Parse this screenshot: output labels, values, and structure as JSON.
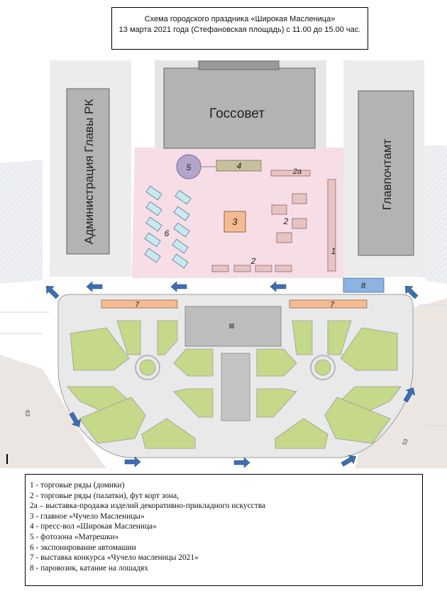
{
  "title": {
    "line1": "Схема городского праздника «Широкая Масленица»",
    "line2": "13 марта 2021 года (Стефановская площадь) с 11.00 до 15.00 час."
  },
  "buildings": {
    "gossovet": "Госсовет",
    "administration": "Администрация Главы РК",
    "glavpochtamt": "Главпочтамт"
  },
  "markers": {
    "m1": "1",
    "m2a": "2",
    "m2b": "2",
    "m2a_label": "2а",
    "m3": "3",
    "m4": "4",
    "m5": "5",
    "m6": "6",
    "m7a": "7",
    "m7b": "7",
    "m8": "8"
  },
  "street_numbers": {
    "left": "63",
    "right": "53"
  },
  "legend": [
    "1 - торговые ряды (домики)",
    "2 - торговые ряды (палатки), фут корт зона,",
    "2а – выставка-продажа изделий декоративно-прикладного искусства",
    "3 - главное «Чучело Масленицы»",
    "4 - пресс-вол «Широкая Масленица»",
    "5 - фотозона «Матрешки»",
    "6 - экспонирование автомашин",
    "7 - выставка конкурса «Чучело масленицы 2021»",
    "8 - паровозик, катание на лошадях"
  ],
  "colors": {
    "event_zone": "#f7dde6",
    "building": "#b3b3b3",
    "building_outline": "#666666",
    "lawn": "#c6d98a",
    "stall": "#e7c3c3",
    "car": "#c9e9f2",
    "scarecrow": "#f5bb90",
    "press_wall": "#c9bf9d",
    "photo_zone": "#b3a6c9",
    "train": "#8db3e2",
    "arrow": "#3d6fb0"
  }
}
